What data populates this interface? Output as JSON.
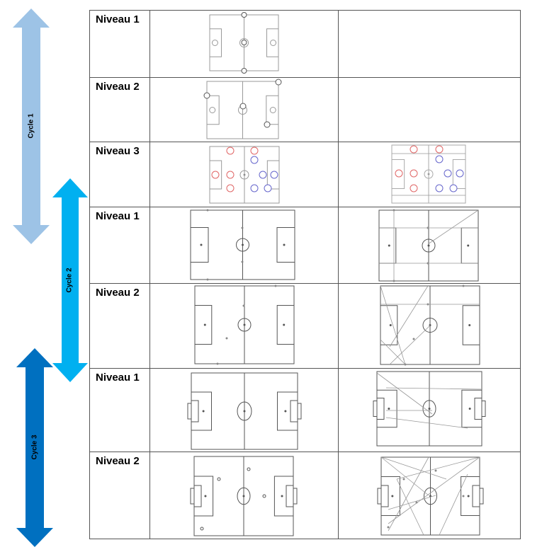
{
  "cycles": [
    {
      "label": "Cycle 1",
      "color": "#9DC3E6"
    },
    {
      "label": "Cycle 2",
      "color": "#00B0F0"
    },
    {
      "label": "Cycle 3",
      "color": "#0070C0"
    }
  ],
  "rows": [
    {
      "cycle": "Cycle 1",
      "level": "Niveau 1"
    },
    {
      "cycle": "Cycle 1",
      "level": "Niveau 2"
    },
    {
      "cycle": "Cycle 1",
      "level": "Niveau 3"
    },
    {
      "cycle": "Cycle 2",
      "level": "Niveau 1"
    },
    {
      "cycle": "Cycle 2",
      "level": "Niveau 2"
    },
    {
      "cycle": "Cycle 3",
      "level": "Niveau 1"
    },
    {
      "cycle": "Cycle 3",
      "level": "Niveau 2"
    }
  ],
  "colors": {
    "team_red": "#E06666",
    "team_blue": "#6666CC",
    "line": "#555555",
    "border": "#555555"
  }
}
